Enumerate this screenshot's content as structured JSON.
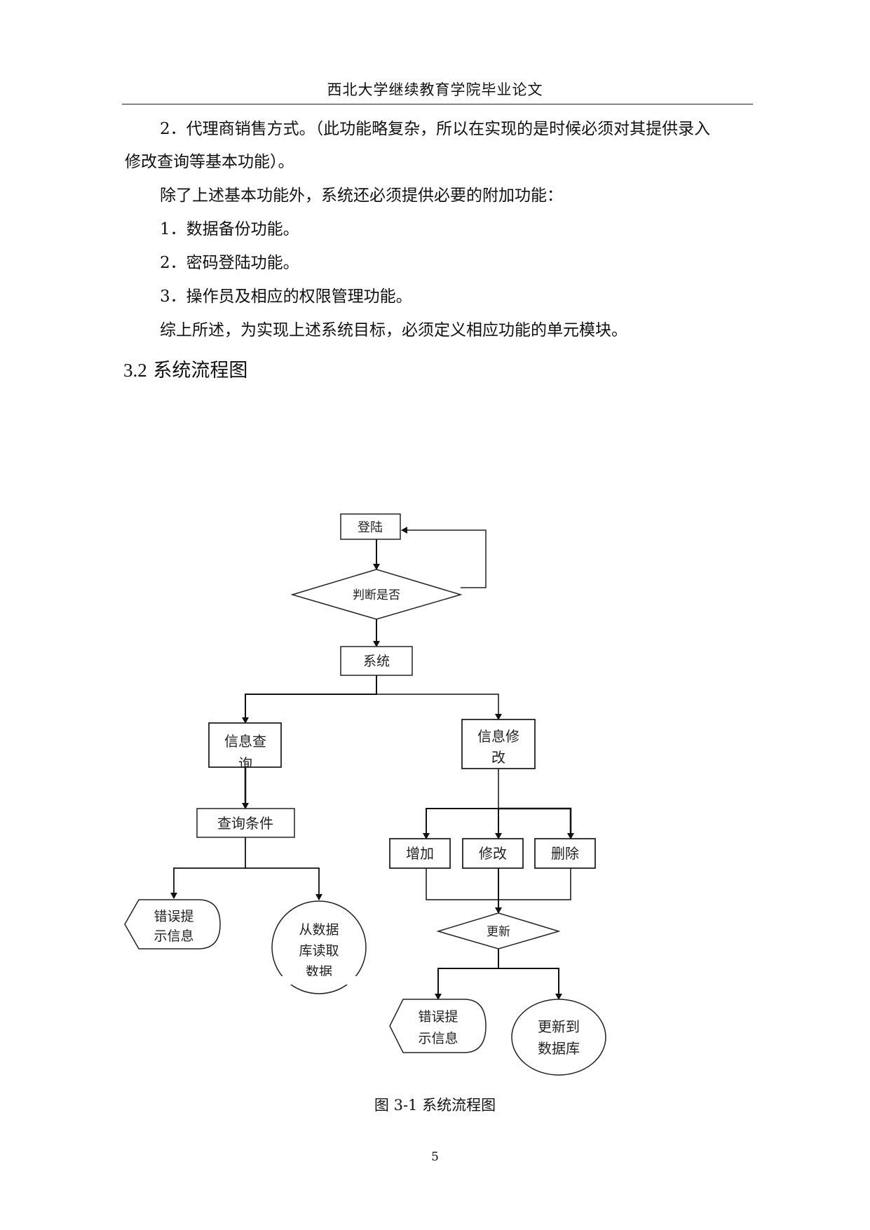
{
  "header": {
    "title": "西北大学继续教育学院毕业论文"
  },
  "body": {
    "p1_line1": "2．代理商销售方式。（此功能略复杂，所以在实现的是时候必须对其提供录入",
    "p1_line2": "修改查询等基本功能）。",
    "p2": "除了上述基本功能外，系统还必须提供必要的附加功能：",
    "item1": "1．数据备份功能。",
    "item2": "2．密码登陆功能。",
    "item3": "3．操作员及相应的权限管理功能。",
    "p3": "综上所述，为实现上述系统目标，必须定义相应功能的单元模块。"
  },
  "section": {
    "number": "3.2",
    "title": "系统流程图"
  },
  "flowchart": {
    "login": "登陆",
    "judge": "判断是否",
    "system": "系统",
    "query_box_l1": "信息查",
    "query_box_l2": "询",
    "modify_box_l1": "信息修",
    "modify_box_l2": "改",
    "query_cond": "查询条件",
    "error_left_l1": "错误提",
    "error_left_l2": "示信息",
    "read_db_l1": "从数据",
    "read_db_l2": "库读取",
    "read_db_l3": "数据",
    "add": "增加",
    "modify": "修改",
    "delete": "删除",
    "update": "更新",
    "error_right_l1": "错误提",
    "error_right_l2": "示信息",
    "update_db_l1": "更新到",
    "update_db_l2": "数据库"
  },
  "caption": "图 3-1  系统流程图",
  "page_number": "5"
}
